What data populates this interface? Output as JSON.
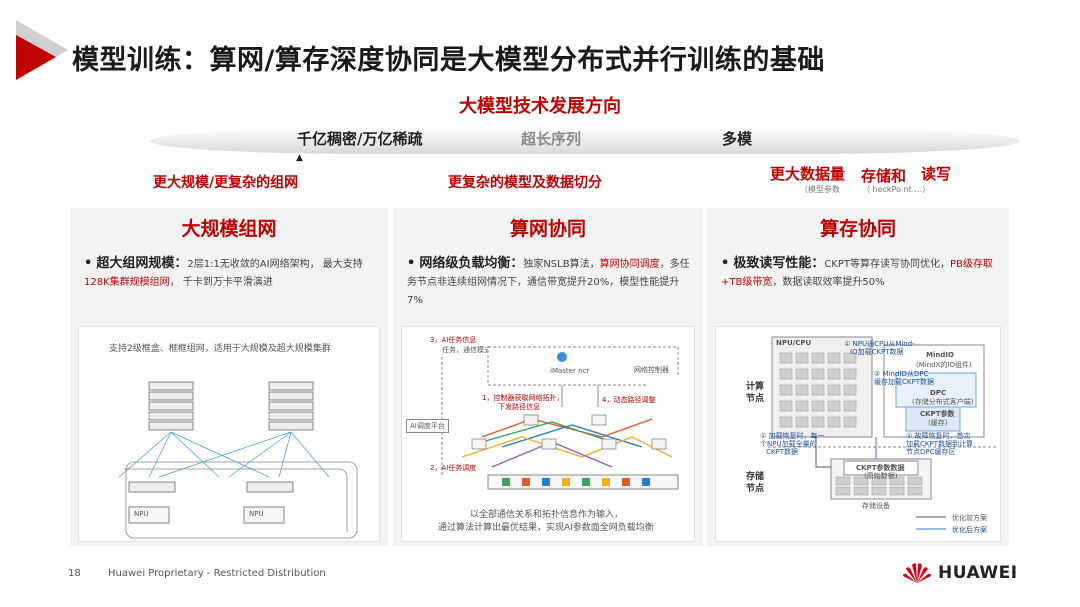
{
  "header": {
    "title": "模型训练：算网/算存深度协同是大模型分布式并行训练的基础"
  },
  "trend": {
    "title": "大模型技术发展方向",
    "items": [
      "千亿稠密/万亿稀疏",
      "超长序列",
      "多模"
    ],
    "subs": [
      "更大规模/更复杂的组网",
      "更复杂的模型及数据切分"
    ],
    "sub3": {
      "a": "更大数据量",
      "b": "存储和",
      "c": "读写"
    },
    "notes": [
      "（模型参数",
      "（ heckPo nt …）"
    ]
  },
  "panels": [
    {
      "title": "大规模组网",
      "lead": "超大组网规模：",
      "text_a": "2层1:1无收敛的AI网络架构， 最大支持",
      "red": "128K集群规模组网",
      "text_b": "， 千卡到万卡平滑演进",
      "diagram": {
        "caption": "支持2级框盒、框框组网，适用于大规模及超大规模集群",
        "npu_labels": [
          "NPU",
          "NPU"
        ]
      }
    },
    {
      "title": "算网协同",
      "lead": "网络级负载均衡：",
      "text_a": "独家NSLB算法，",
      "red": "算网协同调度",
      "text_b": "，多任务节点非连续组网情况下，通信带宽提升20%，模型性能提升7%",
      "diagram": {
        "step3": "3，AI任务信息",
        "step3_sub": "任务，通信模式",
        "controller": "网络控制器",
        "imaster": "iMaster ncr",
        "step1": "1，控制器获取网络拓扑，",
        "step1b": "下发路径信息",
        "step4": "4，动态路径调整",
        "platform": "AI调度平台",
        "step2": "2，AI任务调度",
        "caption1": "以全部通信关系和拓扑信息作为输入，",
        "caption2": "通过算法计算出最优结果，实现AI参数面全网负载均衡"
      }
    },
    {
      "title": "算存协同",
      "lead": "极致读写性能：",
      "text_a": "CKPT等算存读写协同优化，",
      "red": "PB级存取+TB级带宽",
      "text_b": "，数据读取效率提升50%",
      "diagram": {
        "npu": "NPU/CPU",
        "step1": "① NPU通CPU从Mind-",
        "step1b": "IO加载CKPT数据",
        "mindio": "MindIO",
        "mindio_sub": "(MindX的IO组件)",
        "step2": "② MindIO从DPC",
        "step2b": "缓存加载CKPT数据",
        "dpc": "DPC",
        "dpc_sub": "(存储分布式客户端)",
        "ckpt": "CKPT参数",
        "ckpt_sub": "(缓存)",
        "compute1": "计算",
        "compute2": "节点",
        "left_note1": "① 加载恢复时，每一",
        "left_note2": "个NPU加载全量的",
        "left_note3": "CKPT数据",
        "right_note1": "① 故障恢复时，首次",
        "right_note2": "加载CKPT数据到计算",
        "right_note3": "节点DPC缓存区",
        "storage1": "存储",
        "storage2": "节点",
        "ckpt_data": "CKPT参数数据",
        "ckpt_data_sub": "(原始数据)",
        "storage_device": "存储设备",
        "legend1": "优化前方案",
        "legend2": "优化后方案"
      }
    }
  ],
  "footer": {
    "page": "18",
    "text": "Huawei Proprietary - Restricted Distribution",
    "brand": "HUAWEI"
  },
  "colors": {
    "accent": "#c00000",
    "panel_bg": "#f3f3f3"
  }
}
